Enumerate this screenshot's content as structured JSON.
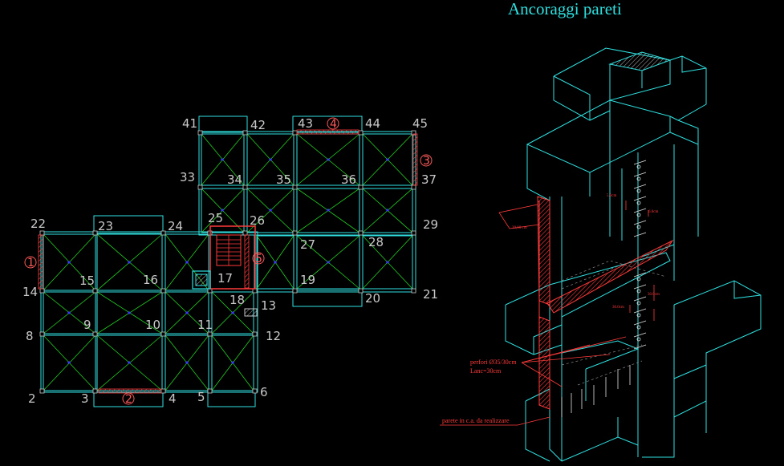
{
  "title": "Ancoraggi pareti",
  "plan_nodes": [
    {
      "id": "n2",
      "label": "2"
    },
    {
      "id": "n3",
      "label": "3"
    },
    {
      "id": "n4",
      "label": "4"
    },
    {
      "id": "n5",
      "label": "5"
    },
    {
      "id": "n6",
      "label": "6"
    },
    {
      "id": "n8",
      "label": "8"
    },
    {
      "id": "n9",
      "label": "9"
    },
    {
      "id": "n10",
      "label": "10"
    },
    {
      "id": "n11",
      "label": "11"
    },
    {
      "id": "n12",
      "label": "12"
    },
    {
      "id": "n13",
      "label": "13"
    },
    {
      "id": "n14",
      "label": "14"
    },
    {
      "id": "n15",
      "label": "15"
    },
    {
      "id": "n16",
      "label": "16"
    },
    {
      "id": "n17",
      "label": "17"
    },
    {
      "id": "n18",
      "label": "18"
    },
    {
      "id": "n19",
      "label": "19"
    },
    {
      "id": "n20",
      "label": "20"
    },
    {
      "id": "n21",
      "label": "21"
    },
    {
      "id": "n22",
      "label": "22"
    },
    {
      "id": "n23",
      "label": "23"
    },
    {
      "id": "n24",
      "label": "24"
    },
    {
      "id": "n25",
      "label": "25"
    },
    {
      "id": "n26",
      "label": "26"
    },
    {
      "id": "n27",
      "label": "27"
    },
    {
      "id": "n28",
      "label": "28"
    },
    {
      "id": "n29",
      "label": "29"
    },
    {
      "id": "n33",
      "label": "33"
    },
    {
      "id": "n34",
      "label": "34"
    },
    {
      "id": "n35",
      "label": "35"
    },
    {
      "id": "n36",
      "label": "36"
    },
    {
      "id": "n37",
      "label": "37"
    },
    {
      "id": "n41",
      "label": "41"
    },
    {
      "id": "n42",
      "label": "42"
    },
    {
      "id": "n43",
      "label": "43"
    },
    {
      "id": "n44",
      "label": "44"
    },
    {
      "id": "n45",
      "label": "45"
    }
  ],
  "wall_markers": [
    {
      "id": "w1",
      "label": "1"
    },
    {
      "id": "w2",
      "label": "2"
    },
    {
      "id": "w3",
      "label": "3"
    },
    {
      "id": "w4",
      "label": "4"
    },
    {
      "id": "w5",
      "label": "5"
    }
  ],
  "annotations": {
    "perfori": "perfori Ø35/30cm",
    "lancoraggio": "Lanc=30cm",
    "parete": "parete in c.a. da realizzare",
    "dim_a": "20,00 cm",
    "dim_b": "5.0cm",
    "dim_c": "6.0cm",
    "dim_d": "30.0cm",
    "dim_e": "30.0cm"
  },
  "colors": {
    "background": "#000000",
    "structure": "#2fe0e0",
    "diagonal": "#22d022",
    "node_text": "#c8c8c8",
    "new_wall": "#ff3b3b",
    "center_mark": "#3a3aff"
  }
}
